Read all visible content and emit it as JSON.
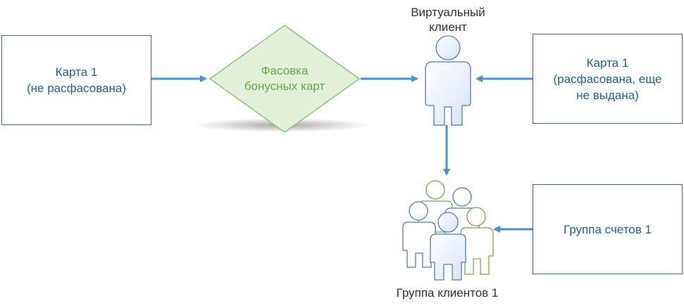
{
  "nodes": {
    "card_unpacked": "Карта 1\n(не расфасована)",
    "packing_decision": "Фасовка\nбонусных карт",
    "card_packed": "Карта 1\n(расфасована, еще\nне выдана)",
    "account_group": "Группа счетов 1"
  },
  "labels": {
    "virtual_client": "Виртуальный\nклиент",
    "client_group": "Группа клиентов 1"
  },
  "colors": {
    "box_border": "#2e6da4",
    "box_text": "#1f5f9e",
    "arrow": "#4a90d9",
    "diamond_fill": "#e2f0d9",
    "diamond_stroke": "#8cc47a",
    "diamond_text": "#5fae3c",
    "person_blue_stroke": "#4a7fc1",
    "person_green_stroke": "#70ad47"
  },
  "icons": [
    "user-icon",
    "user-group-icon"
  ]
}
